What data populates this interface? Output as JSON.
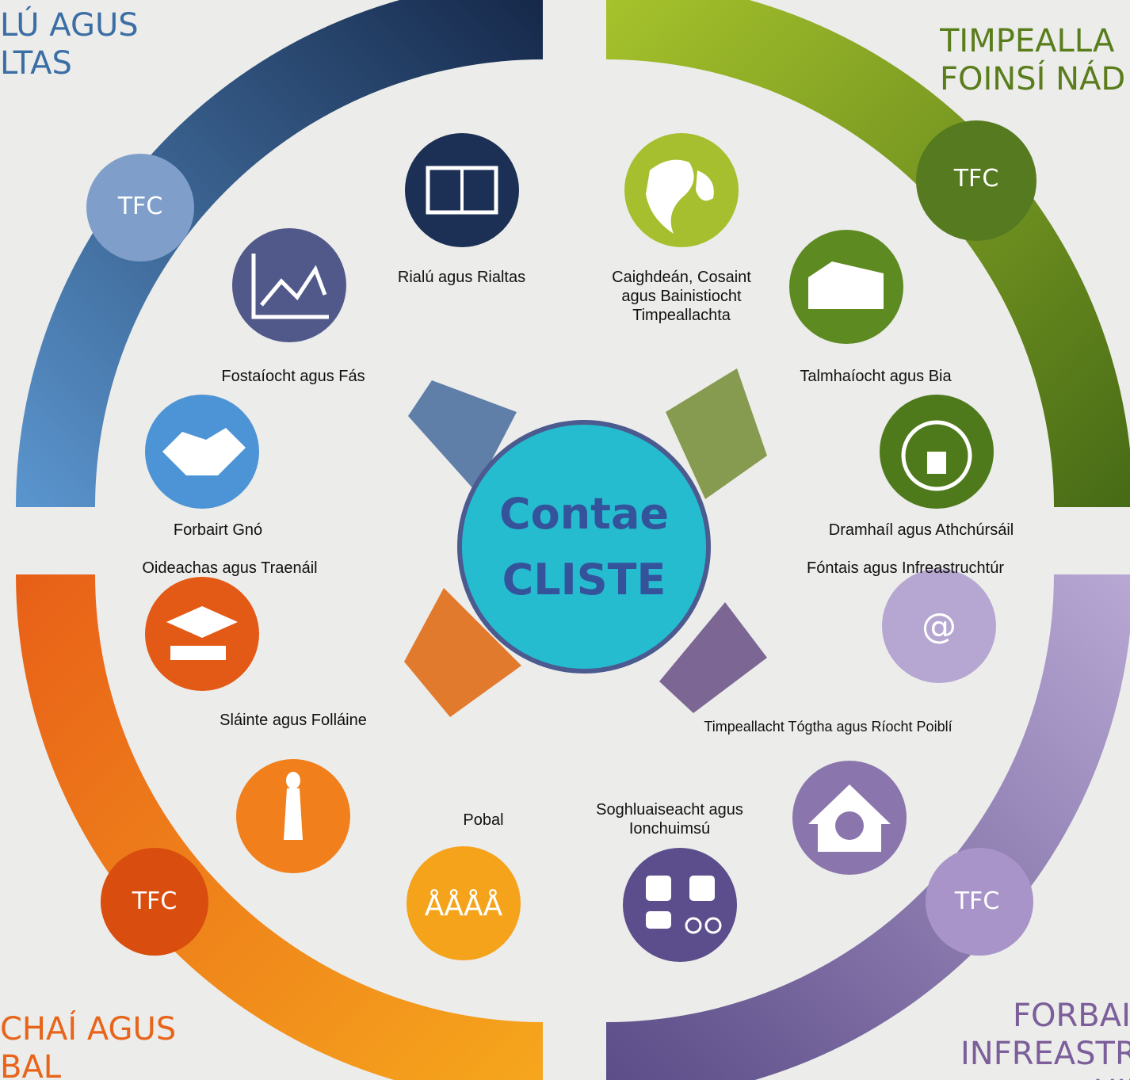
{
  "center": {
    "line1": "Contae",
    "line2": "CLISTE"
  },
  "corners": {
    "top_left": {
      "line1": "LÚ AGUS",
      "line2": "LTAS",
      "color": "#3b6ea5"
    },
    "top_right": {
      "line1": "TIMPEALLA",
      "line2": "FOINSÍ NÁD",
      "color": "#5a7d1c"
    },
    "bottom_left": {
      "line1": "CHAÍ AGUS",
      "line2": "BAL",
      "color": "#e8641a"
    },
    "bottom_right": {
      "line1": "FORBAIR",
      "line2": "INFREASTRU",
      "line3": "UIL",
      "color": "#7b5e9a"
    }
  },
  "tfc": {
    "top_left": "TFC",
    "top_right": "TFC",
    "bottom_left": "TFC",
    "bottom_right": "TFC"
  },
  "labels": {
    "rialu": "Rialú agus Rialtas",
    "caighdean": "Caighdeán, Cosaint agus Bainistiocht Timpeallachta",
    "fostaiocht": "Fostaíocht agus Fás",
    "talmhaiocht": "Talmhaíocht agus Bia",
    "forbairt": "Forbairt Gnó",
    "dramhail": "Dramhaíl agus Athchúrsáil",
    "oideachas": "Oideachas agus Traenáil",
    "fontais": "Fóntais agus Infreastruchtúr",
    "slainte": "Sláinte agus Folláine",
    "timpeallacht_togtha": "Timpeallacht Tógtha agus Ríocht Poiblí",
    "pobal": "Pobal",
    "soghluaiseacht": "Soghluaiseacht agus Ionchuimsú"
  },
  "colors": {
    "blue_dark": "#1c2f55",
    "blue": "#4a79b5",
    "blue_light": "#7f9fca",
    "green_dark": "#4e7019",
    "green": "#8aac22",
    "green_light": "#a7c43a",
    "orange_dark": "#d94e0f",
    "orange": "#f08a1c",
    "orange_light": "#f5a623",
    "purple_dark": "#5d4a8c",
    "purple": "#9f8bc0",
    "purple_light": "#b6a6d2",
    "center": "#26bcd0",
    "center_ring": "#4b5a8f"
  },
  "icons": [
    "book-icon",
    "globe-icon",
    "chart-icon",
    "greenhouse-icon",
    "handshake-icon",
    "recycle-icon",
    "graduation-cap-icon",
    "utilities-icon",
    "yoga-icon",
    "house-globe-icon",
    "people-icon",
    "transport-icon"
  ]
}
